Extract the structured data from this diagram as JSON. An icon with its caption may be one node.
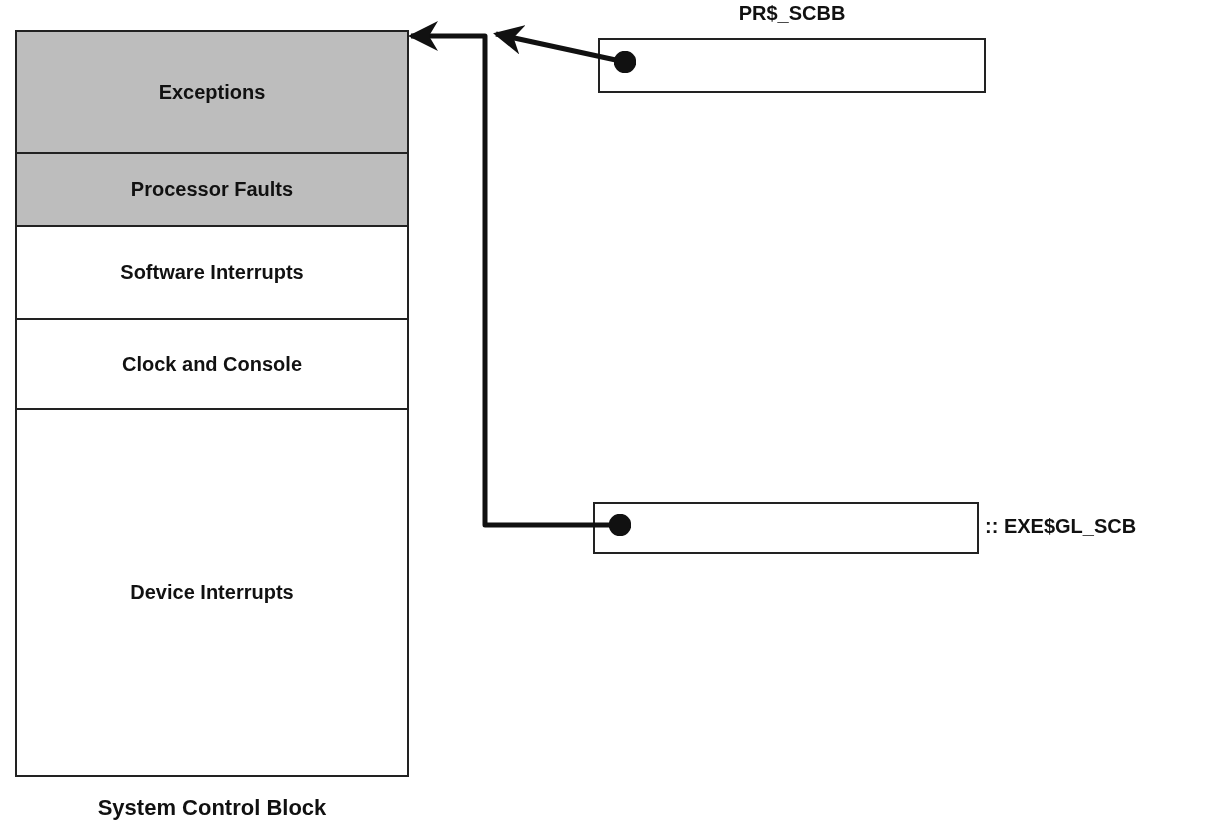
{
  "diagram": {
    "nodes": [
      {
        "text": [
          "System Control Block"
        ]
      },
      {
        "text": [
          "Exceptions"
        ],
        "in": 0
      },
      {
        "text": [
          "Processor Faults"
        ],
        "in": 0
      },
      {
        "text": [
          "Software Interrupts"
        ],
        "in": 0
      },
      {
        "text": [
          "Clock and Console"
        ],
        "in": 0
      },
      {
        "text": [
          "Device Interrupts"
        ],
        "in": 0
      },
      {
        "text": [],
        "shape": "box",
        "beside": [
          "PR$_SCBB"
        ]
      },
      {
        "text": [],
        "shape": "box",
        "beside": [
          ":: EXE$GL_SCB"
        ]
      }
    ],
    "edges": [
      {
        "from": 6,
        "to": 0,
        "arrow": "to"
      },
      {
        "from": 7,
        "to": 0,
        "arrow": "to"
      }
    ]
  }
}
